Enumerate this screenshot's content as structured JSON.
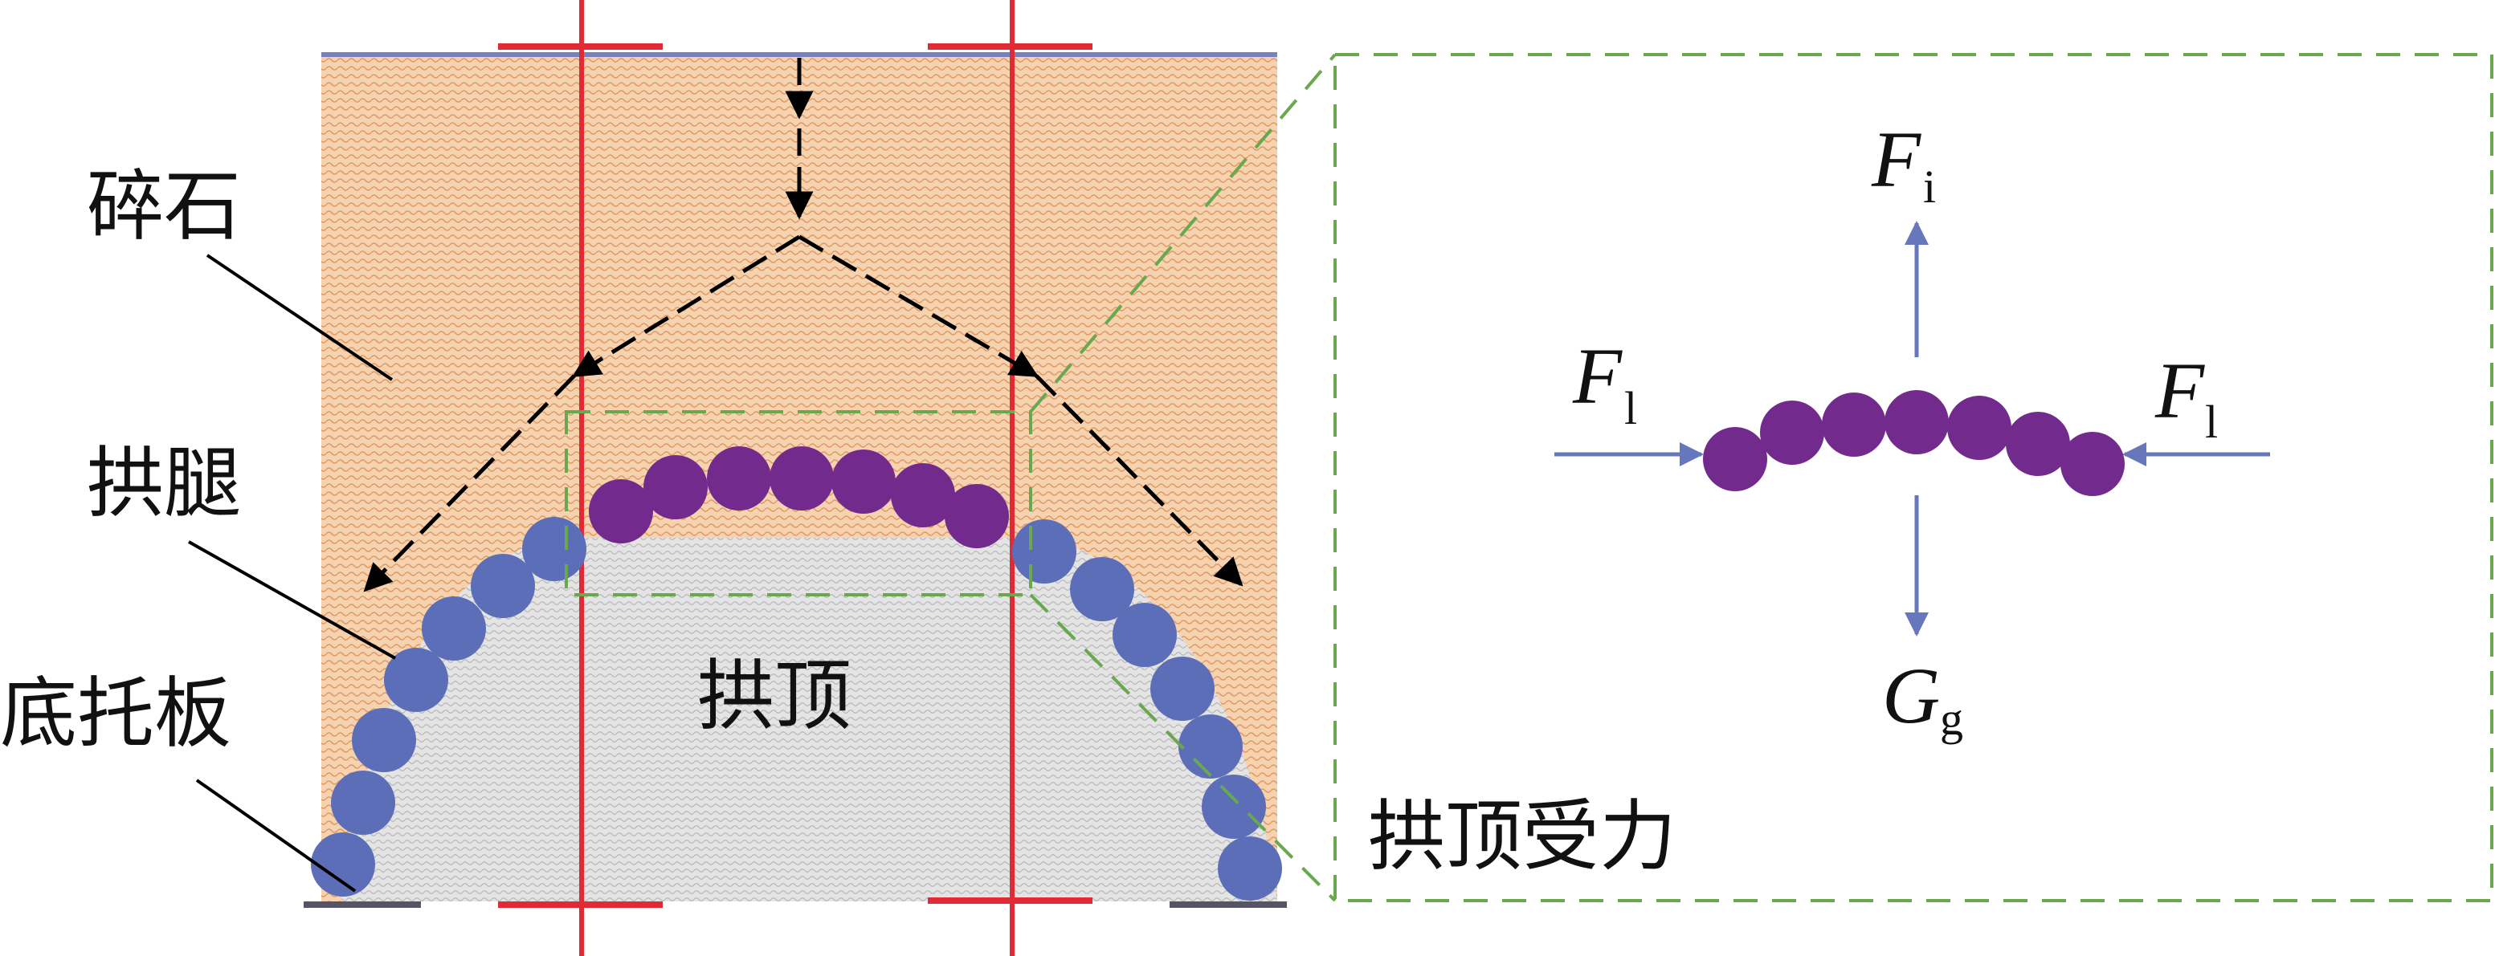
{
  "labels": {
    "gravel": "碎石",
    "arch_leg": "拱腿",
    "base_plate": "底托板",
    "arch_crown": "拱顶",
    "crown_force": "拱顶受力"
  },
  "forces": {
    "top_symbol": "F",
    "top_sub": "i",
    "left_symbol": "F",
    "left_sub": "l",
    "right_symbol": "F",
    "right_sub": "l",
    "bottom_symbol": "G",
    "bottom_sub": "g"
  },
  "colors": {
    "gravel_fill": "#f3c8a0",
    "gravel_hatch": "#e7a06c",
    "soil_fill": "#dcdcdc",
    "leg_particle": "#5c6eb8",
    "crown_particle": "#722a8c",
    "red_rod": "#e02a35",
    "green_dash": "#6aa84f",
    "force_arrow": "#6677bb",
    "top_line": "#7a7fbf",
    "plate": "#555566"
  }
}
